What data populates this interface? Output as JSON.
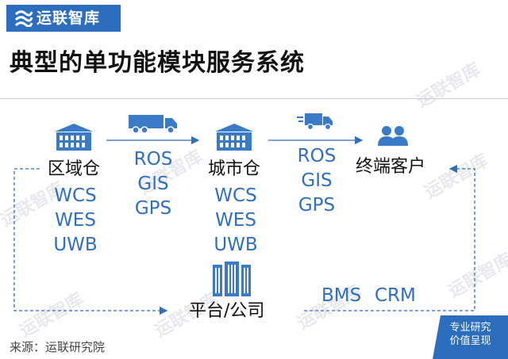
{
  "logo": {
    "text": "运联智库",
    "icon": "logo-wave-icon",
    "color": "#2a6ebd"
  },
  "title": "典型的单功能模块服务系统",
  "watermark": "运联智库",
  "nodes": {
    "regional_warehouse": {
      "label": "区域仓",
      "icon": "warehouse-icon",
      "systems": [
        "WCS",
        "WES",
        "UWB"
      ]
    },
    "city_warehouse": {
      "label": "城市仓",
      "icon": "warehouse-icon",
      "systems": [
        "WCS",
        "WES",
        "UWB"
      ]
    },
    "end_customer": {
      "label": "终端客户",
      "icon": "users-icon"
    },
    "platform": {
      "label": "平台/公司",
      "icon": "office-building-icon",
      "systems": [
        "BMS",
        "CRM"
      ]
    }
  },
  "links": {
    "trunk": {
      "icon": "truck-icon",
      "systems": [
        "ROS",
        "GIS",
        "GPS"
      ]
    },
    "delivery": {
      "icon": "delivery-truck-icon",
      "systems": [
        "ROS",
        "GIS",
        "GPS"
      ]
    }
  },
  "source": "来源：运联研究院",
  "badge": {
    "line1": "专业研究",
    "line2": "价值呈现"
  },
  "colors": {
    "accent": "#2f6fbd",
    "icon_blue": "#3a7bc8",
    "text": "#111111"
  }
}
